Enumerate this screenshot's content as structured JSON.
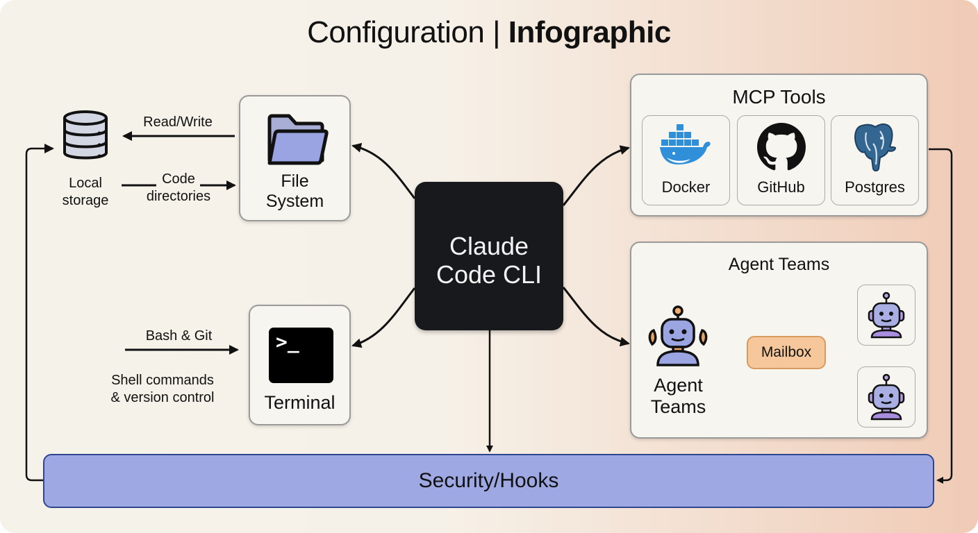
{
  "title": {
    "part1": "Configuration",
    "separator": "|",
    "part2": "Infographic"
  },
  "center": {
    "label_line1": "Claude",
    "label_line2": "Code CLI"
  },
  "file_system": {
    "label_line1": "File",
    "label_line2": "System",
    "icon": "folder-icon",
    "storage": {
      "label_line1": "Local",
      "label_line2": "storage",
      "icon": "database-icon"
    },
    "edges": {
      "read_write": "Read/Write",
      "code_line1": "Code",
      "code_line2": "directories"
    }
  },
  "terminal": {
    "label": "Terminal",
    "prompt": ">_",
    "icon": "terminal-icon",
    "input_label": "Bash & Git",
    "description_line1": "Shell commands",
    "description_line2": "& version control"
  },
  "mcp_tools": {
    "title": "MCP Tools",
    "tools": [
      {
        "label": "Docker",
        "icon": "docker-whale-icon"
      },
      {
        "label": "GitHub",
        "icon": "github-octocat-icon"
      },
      {
        "label": "Postgres",
        "icon": "postgres-elephant-icon"
      }
    ]
  },
  "agent_teams": {
    "title": "Agent Teams",
    "lead_label_line1": "Agent",
    "lead_label_line2": "Teams",
    "mailbox": "Mailbox",
    "sub_agents": 2
  },
  "security": {
    "label": "Security/Hooks"
  },
  "colors": {
    "accent_blue": "#9ea9e3",
    "security_border": "#2e468f",
    "center_dark": "#17191c",
    "mailbox_orange": "#f5c79a",
    "background_start": "#f5f2ea",
    "background_end": "#f0cbb6"
  }
}
